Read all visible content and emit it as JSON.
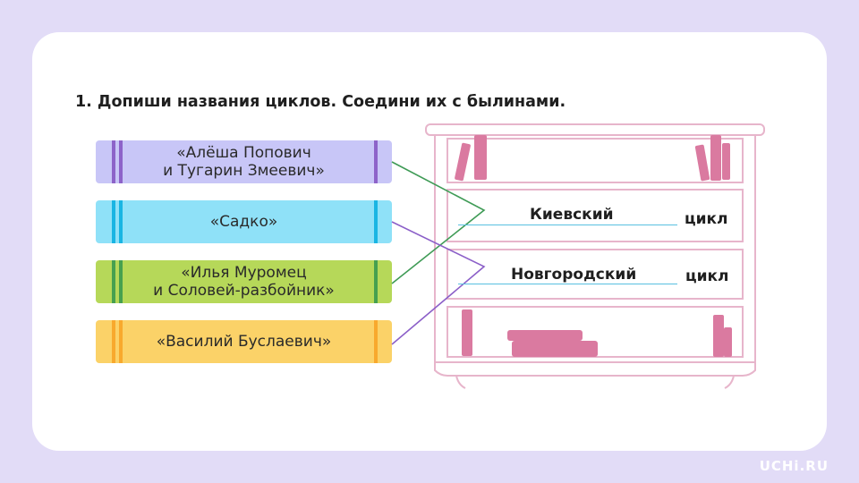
{
  "task": {
    "title": "1. Допиши названия циклов. Соедини их с былинами."
  },
  "books": [
    {
      "line1": "«Алёша Попович",
      "line2": "и Тугарин Змеевич»"
    },
    {
      "line1": "«Садко»",
      "line2": ""
    },
    {
      "line1": "«Илья Муромец",
      "line2": "и Соловей-разбойник»"
    },
    {
      "line1": "«Василий Буслаевич»",
      "line2": ""
    }
  ],
  "shelf": {
    "answers": [
      {
        "filled": "Киевский",
        "suffix": "цикл"
      },
      {
        "filled": "Новгородский",
        "suffix": "цикл"
      }
    ]
  },
  "colors": {
    "connector_green": "#3f9b56",
    "connector_purple": "#8b5fc8",
    "shelf_outline": "#e7b5cb",
    "shelf_books": "#da7aa0",
    "answer_underline": "#58c0e0"
  },
  "brand": {
    "logo": "UCHi.RU"
  }
}
